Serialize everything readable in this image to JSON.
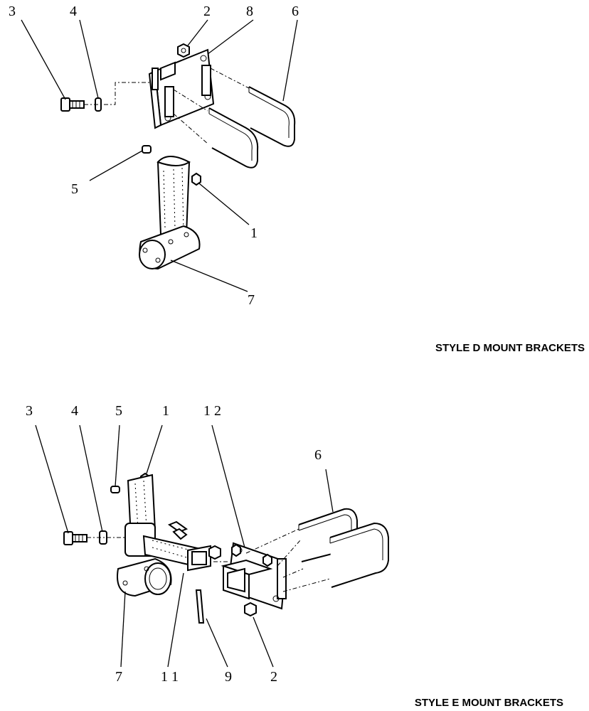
{
  "sections": [
    {
      "title": "STYLE D MOUNT BRACKETS",
      "callouts": [
        "3",
        "4",
        "2",
        "8",
        "6",
        "5",
        "1",
        "7"
      ]
    },
    {
      "title": "STYLE E MOUNT BRACKETS",
      "callouts": [
        "3",
        "4",
        "5",
        "1",
        "1 2",
        "6",
        "7",
        "1 1",
        "9",
        "2"
      ]
    }
  ]
}
